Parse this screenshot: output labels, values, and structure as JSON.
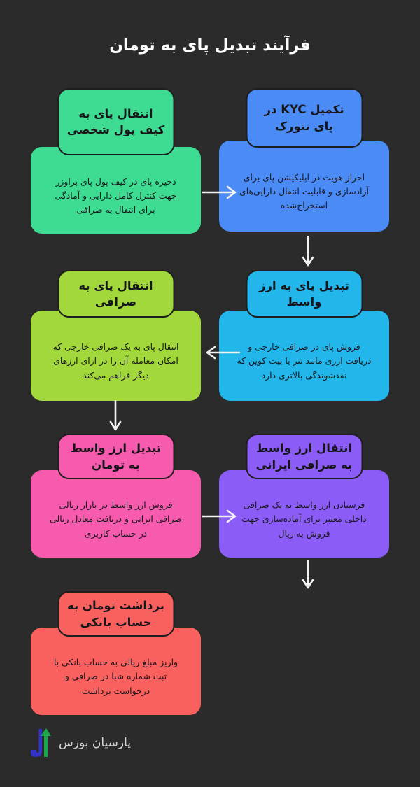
{
  "page": {
    "title": "فرآیند تبدیل پای به تومان",
    "background_color": "#2b2b2b",
    "title_color": "#ffffff"
  },
  "diagram": {
    "type": "flowchart",
    "direction": "rtl",
    "steps": [
      {
        "index": 1,
        "heading": "تکمیل KYC در پای نتورک",
        "body": "احراز هویت در اپلیکیشن پای برای آزادسازی و قابلیت انتقال دارایی‌های استخراج‌شده",
        "color": "#4a8bf5",
        "column": "right",
        "row": 1
      },
      {
        "index": 2,
        "heading": "انتقال پای به کیف پول شخصی",
        "body": "ذخیره پای در کیف پول پای براوزر جهت کنترل کامل دارایی و آمادگی برای انتقال به صرافی",
        "color": "#3ddc92",
        "column": "left",
        "row": 1
      },
      {
        "index": 3,
        "heading": "انتقال پای به صرافی",
        "body": "انتقال پای به یک صرافی خارجی که امکان معامله آن را در ازای ارزهای دیگر فراهم می‌کند",
        "color": "#a2d83b",
        "column": "left",
        "row": 2
      },
      {
        "index": 4,
        "heading": "تبدیل پای به ارز واسط",
        "body": "فروش پای در صرافی خارجی و دریافت ارزی مانند تتر یا بیت کوین که نقدشوندگی بالاتری دارد",
        "color": "#22b6ea",
        "column": "right",
        "row": 2
      },
      {
        "index": 5,
        "heading": "انتقال ارز واسط به صرافی ایرانی",
        "body": "فرستادن ارز واسط به یک صرافی داخلی معتبر برای آماده‌سازی جهت فروش به ریال",
        "color": "#8b5cf6",
        "column": "right",
        "row": 3
      },
      {
        "index": 6,
        "heading": "تبدیل ارز واسط به تومان",
        "body": "فروش ارز واسط در بازار ریالی صرافی ایرانی و دریافت معادل ریالی در حساب کاربری",
        "color": "#f65bae",
        "column": "left",
        "row": 3
      },
      {
        "index": 7,
        "heading": "برداشت تومان به حساب بانکی",
        "body": "واریز مبلغ ریالی به حساب بانکی با ثبت شماره شبا در صرافی و درخواست برداشت",
        "color": "#f9615e",
        "column": "left",
        "row": 4
      }
    ],
    "connectors": [
      {
        "id": "c1",
        "from": 1,
        "to": 2,
        "direction": "right"
      },
      {
        "id": "c2",
        "from": 2,
        "to": 3,
        "direction": "down"
      },
      {
        "id": "c3",
        "from": 3,
        "to": 4,
        "direction": "left"
      },
      {
        "id": "c4",
        "from": 4,
        "to": 5,
        "direction": "down"
      },
      {
        "id": "c5",
        "from": 5,
        "to": 6,
        "direction": "right"
      },
      {
        "id": "c6",
        "from": 6,
        "to": 7,
        "direction": "down"
      }
    ],
    "connector_color": "#f2f2f2"
  },
  "logo": {
    "text": "پارسیان بورس",
    "text_color": "#d8d8d8",
    "mark_blue": "#3333cc",
    "mark_green": "#1aa84a"
  }
}
